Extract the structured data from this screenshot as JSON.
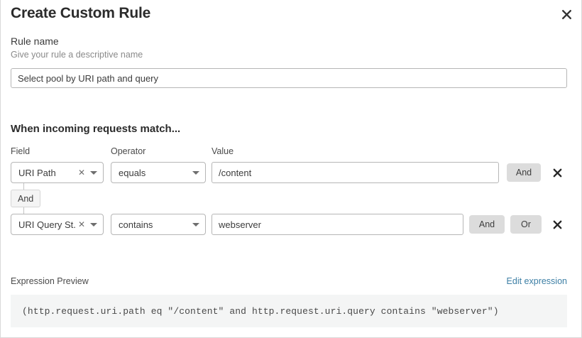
{
  "dialog": {
    "title": "Create Custom Rule",
    "close_icon": "close-icon"
  },
  "rule_name": {
    "label": "Rule name",
    "help": "Give your rule a descriptive name",
    "value": "Select pool by URI path and query",
    "placeholder": "Select pool by URI path and query"
  },
  "conditions": {
    "heading": "When incoming requests match...",
    "columns": {
      "field": "Field",
      "operator": "Operator",
      "value": "Value"
    },
    "connector": {
      "label": "And"
    },
    "rows": [
      {
        "field": "URI Path",
        "field_clear_icon": "clear-x-icon",
        "field_caret_icon": "chevron-down-icon",
        "operator": "equals",
        "operator_caret_icon": "chevron-down-icon",
        "value": "/content",
        "value_placeholder": "",
        "and_label": "And",
        "or_label": "",
        "delete_icon": "close-icon"
      },
      {
        "field": "URI Query St...",
        "field_clear_icon": "clear-x-icon",
        "field_caret_icon": "chevron-down-icon",
        "operator": "contains",
        "operator_caret_icon": "chevron-down-icon",
        "value": "webserver",
        "value_placeholder": "",
        "and_label": "And",
        "or_label": "Or",
        "delete_icon": "close-icon"
      }
    ]
  },
  "expression_preview": {
    "title": "Expression Preview",
    "edit_link": "Edit expression",
    "code": "(http.request.uri.path eq \"/content\" and http.request.uri.query contains \"webserver\")"
  },
  "colors": {
    "link": "#3d7fa5",
    "button_bg": "#dcdcdc",
    "code_bg": "#f4f5f5",
    "border": "#b6b6b6"
  }
}
